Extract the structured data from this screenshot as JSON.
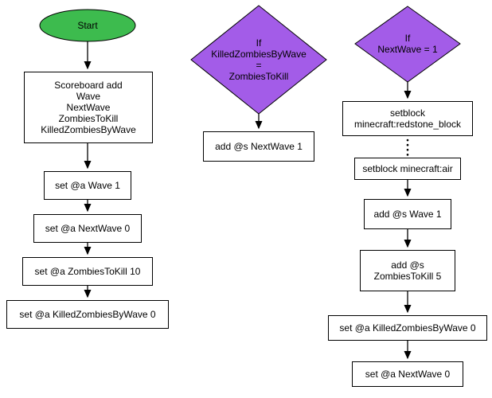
{
  "colors": {
    "background": "#ffffff",
    "start_fill": "#3dbb4e",
    "start_stroke": "#000000",
    "decision_fill": "#a35ce8",
    "decision_stroke": "#000000",
    "process_fill": "#ffffff",
    "process_stroke": "#000000",
    "arrow": "#000000"
  },
  "flow1": {
    "start_label": "Start",
    "scoreboard_box": {
      "line1": "Scoreboard add",
      "line2": "Wave",
      "line3": "NextWave",
      "line4": "ZombiesToKill",
      "line5": "KilledZombiesByWave"
    },
    "step_wave": "set @a Wave 1",
    "step_nextwave": "set @a NextWave 0",
    "step_zombiestokill": "set @a ZombiesToKill 10",
    "step_killedzombies": "set @a KilledZombiesByWave 0"
  },
  "flow2": {
    "decision": {
      "line1": "If",
      "line2": "KilledZombiesByWave",
      "line3": "=",
      "line4": "ZombiesToKill"
    },
    "action": "add @s NextWave 1"
  },
  "flow3": {
    "decision": {
      "line1": "If",
      "line2": "NextWave = 1"
    },
    "step_redstone": {
      "line1": "setblock",
      "line2": "minecraft:redstone_block"
    },
    "step_air": "setblock minecraft:air",
    "step_wave": "add @s Wave 1",
    "step_zombiestokill": {
      "line1": "add @s",
      "line2": "ZombiesToKill 5"
    },
    "step_killedzombies": "set @a KilledZombiesByWave 0",
    "step_nextwave": "set @a NextWave 0"
  }
}
